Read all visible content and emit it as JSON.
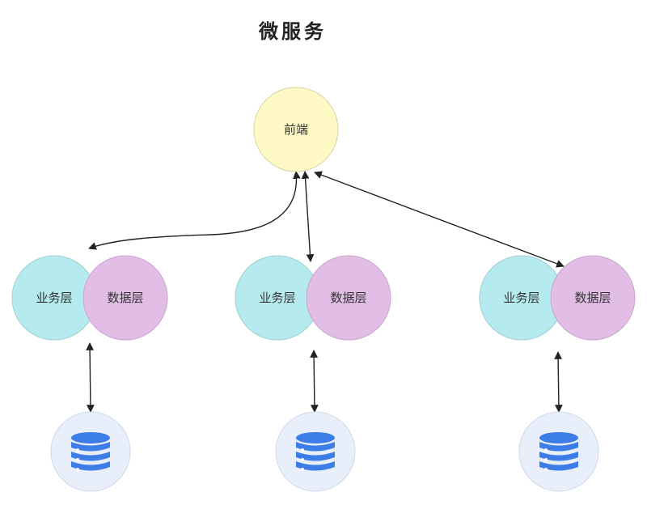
{
  "title": "微服务",
  "frontend": {
    "label": "前端",
    "color": "#fdf8c4"
  },
  "services": [
    {
      "business_label": "业务层",
      "data_label": "数据层"
    },
    {
      "business_label": "业务层",
      "data_label": "数据层"
    },
    {
      "business_label": "业务层",
      "data_label": "数据层"
    }
  ],
  "colors": {
    "frontend": "#fdf8c4",
    "business_layer": "#b5ebee",
    "data_layer": "#e2bde6",
    "database_bg": "#e8effb",
    "database_icon": "#3d7de8",
    "edge": "#222222"
  },
  "icons": {
    "database": "database-icon"
  }
}
